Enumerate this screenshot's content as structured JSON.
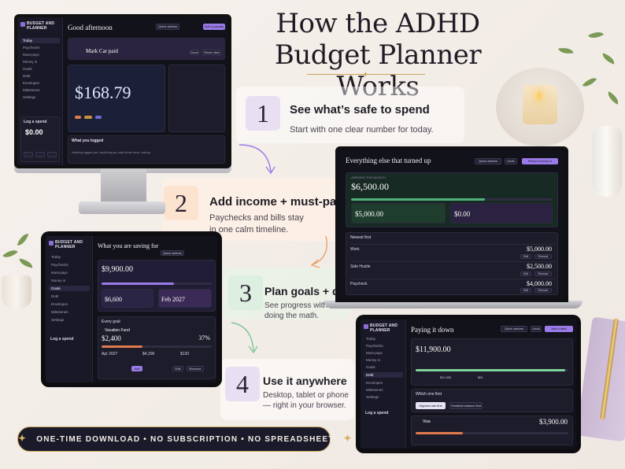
{
  "title": {
    "line1": "How the ADHD",
    "line2": "Budget Planner Works"
  },
  "steps": [
    {
      "num": "1",
      "title": "See what’s safe to spend",
      "desc": "Start with one clear number for today."
    },
    {
      "num": "2",
      "title": "Add income + must-pays",
      "desc": "Paychecks and bills stay in one calm timeline."
    },
    {
      "num": "3",
      "title": "Plan goals + debt",
      "desc": "See progress without doing the math."
    },
    {
      "num": "4",
      "title": "Use it anywhere",
      "desc": "Desktop, tablet or phone — right in your browser."
    }
  ],
  "badge": {
    "text": "ONE-TIME DOWNLOAD • NO SUBSCRIPTION • NO SPREADSHEET"
  },
  "colors": {
    "accent": "#9a7be8",
    "gold": "#c9a55a",
    "green": "#4fb37a",
    "dark": "#12121b"
  },
  "app": {
    "brand": "BUDGET AND PLANNER",
    "nav": [
      "Today",
      "Paychecks",
      "Must-pays",
      "Money in",
      "Goals",
      "Debt",
      "Envelopes",
      "Milestones",
      "Settings"
    ],
    "log_spend": "Log a spend",
    "quick_actions": "Quick actions",
    "monitor": {
      "greeting": "Good afternoon",
      "last_action": "Mark Car paid",
      "safe_amount": "$168.79",
      "safe_symbol": "$",
      "safe_value": "168.79",
      "side_amount": "$0.00",
      "logged_label": "What you logged",
      "logged_empty": "Nothing logged yet. Anything you add lands here, calmly.",
      "buttons": {
        "done": "Done",
        "reset": "Reset view",
        "add_payday": "Add a payday"
      }
    },
    "laptop": {
      "heading": "Everything else that turned up",
      "income_label": "ARRIVED THIS MONTH",
      "income_total": "$6,500.00",
      "paycheck_amount": "$5,000.00",
      "other_amount": "$0.00",
      "list_header": "Newest first",
      "rows": [
        {
          "name": "Work",
          "amount": "$5,000.00"
        },
        {
          "name": "Side Hustle",
          "amount": "$2,500.00"
        },
        {
          "name": "Paycheck",
          "amount": "$4,000.00"
        }
      ],
      "row_actions": [
        "Edit",
        "Remove"
      ],
      "buttons": {
        "quick": "Quick actions",
        "undo": "Undo",
        "record": "Record money in"
      }
    },
    "tablet_goals": {
      "heading": "What you are saving for",
      "goal_amount": "$9,900.00",
      "left_amount": "$6,600",
      "target_date": "Feb 2027",
      "goal_name": "Vacation Fund",
      "goal_saved": "$2,400",
      "goal_percent": "37%",
      "goal_deadline": "Apr 2027",
      "goal_left": "$4,200",
      "goal_pace": "$120",
      "every_goal": "Every goal",
      "buttons": {
        "add": "Add",
        "edit": "Edit",
        "remove": "Remove"
      }
    },
    "tablet_debt": {
      "heading": "Paying it down",
      "debt_amount": "$11,900.00",
      "chip_a": "$11,900",
      "chip_b": "$91",
      "which_first": "Which one first",
      "strategy_a": "Highest rate first",
      "strategy_b": "Smallest balance first",
      "card_name": "Visa",
      "card_amount": "$3,900.00",
      "buttons": {
        "add": "Add a debt",
        "undo": "Undo"
      }
    }
  }
}
